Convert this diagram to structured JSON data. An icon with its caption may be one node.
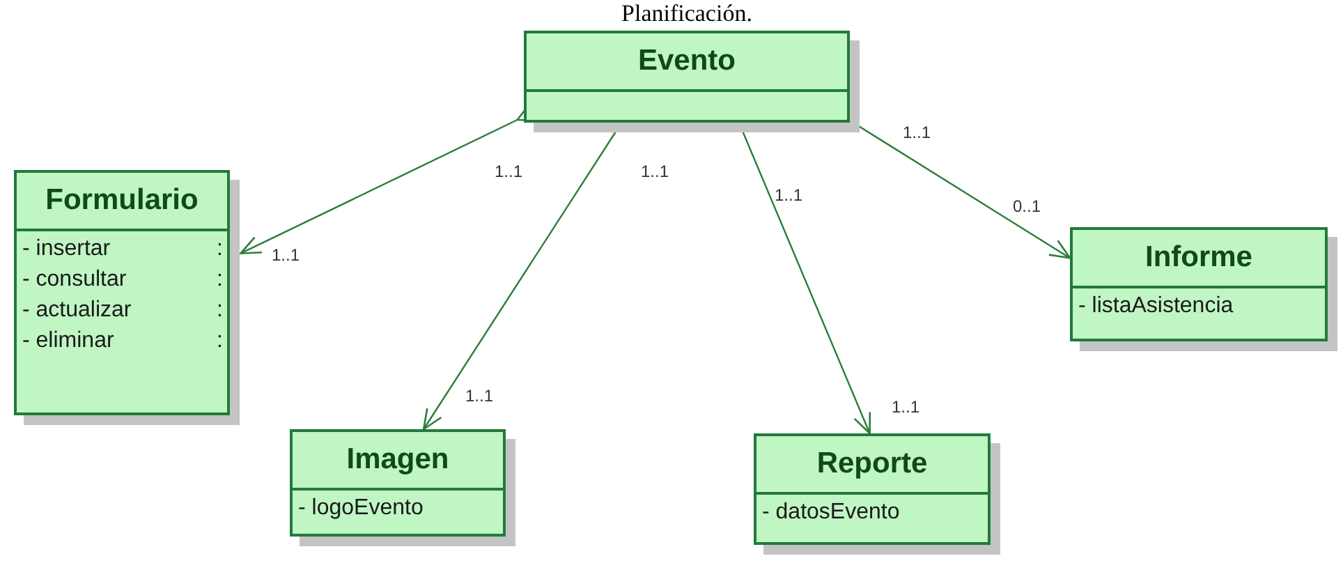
{
  "diagram": {
    "title": "Planificación.",
    "nodes": [
      {
        "text": [
          "Evento"
        ]
      },
      {
        "text": [
          "Formulario",
          "- insertar",
          ":",
          "- consultar",
          ":",
          "- actualizar",
          ":",
          "- eliminar",
          ":"
        ]
      },
      {
        "text": [
          "Imagen",
          "- logoEvento"
        ]
      },
      {
        "text": [
          "Reporte",
          "- datosEvento"
        ]
      },
      {
        "text": [
          "Informe",
          "- listaAsistencia"
        ]
      }
    ],
    "edges": [
      {
        "from": 0,
        "to": 1,
        "arrow": "to"
      },
      {
        "from": 0,
        "to": 2,
        "arrow": "to"
      },
      {
        "from": 0,
        "to": 3,
        "arrow": "to"
      },
      {
        "from": 0,
        "to": 4,
        "arrow": "to"
      }
    ],
    "labels": [
      "1..1",
      "1..1",
      "1..1",
      "1..1",
      "0..1",
      "1..1",
      "1..1",
      "1..1"
    ]
  }
}
